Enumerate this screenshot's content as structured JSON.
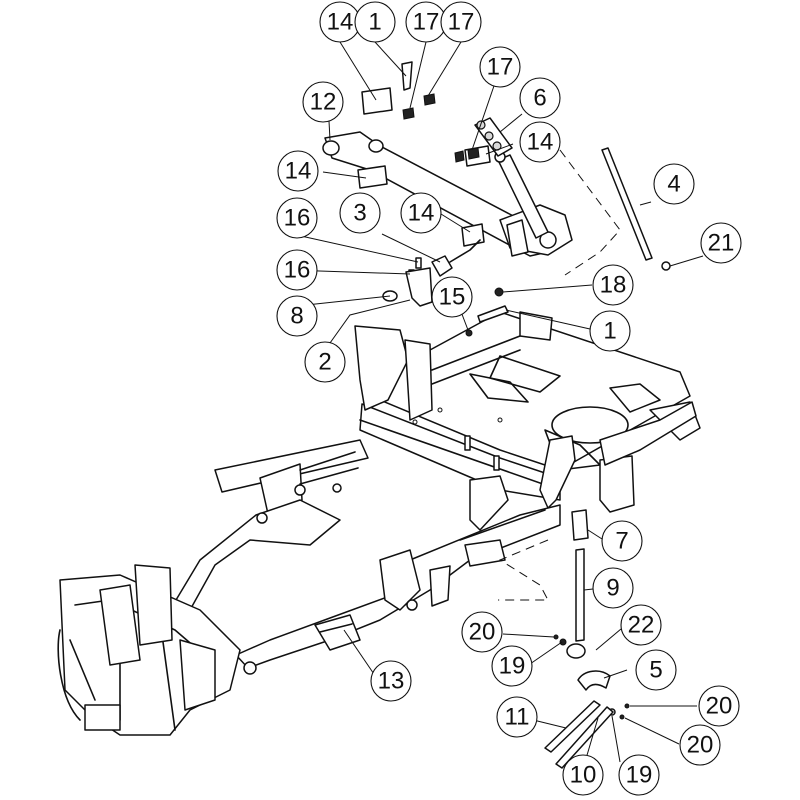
{
  "callouts": [
    {
      "label": "14"
    },
    {
      "label": "1"
    },
    {
      "label": "17"
    },
    {
      "label": "17"
    },
    {
      "label": "17"
    },
    {
      "label": "12"
    },
    {
      "label": "6"
    },
    {
      "label": "14"
    },
    {
      "label": "14"
    },
    {
      "label": "4"
    },
    {
      "label": "16"
    },
    {
      "label": "3"
    },
    {
      "label": "14"
    },
    {
      "label": "21"
    },
    {
      "label": "16"
    },
    {
      "label": "18"
    },
    {
      "label": "15"
    },
    {
      "label": "8"
    },
    {
      "label": "1"
    },
    {
      "label": "2"
    },
    {
      "label": "7"
    },
    {
      "label": "9"
    },
    {
      "label": "20"
    },
    {
      "label": "22"
    },
    {
      "label": "19"
    },
    {
      "label": "5"
    },
    {
      "label": "13"
    },
    {
      "label": "20"
    },
    {
      "label": "11"
    },
    {
      "label": "20"
    },
    {
      "label": "10"
    },
    {
      "label": "19"
    }
  ]
}
